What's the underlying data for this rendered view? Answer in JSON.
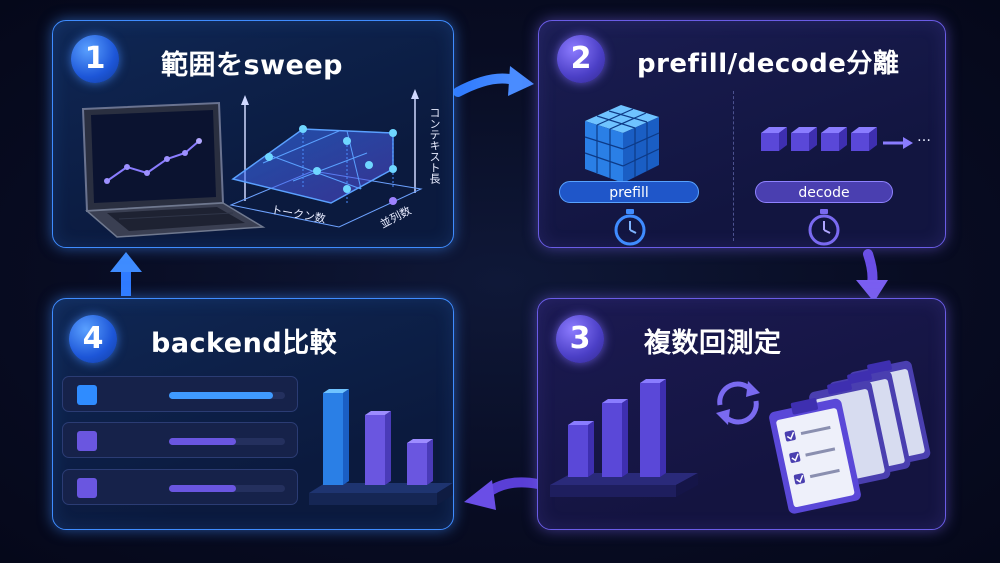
{
  "steps": [
    {
      "number": "1",
      "title": "範囲をsweep"
    },
    {
      "number": "2",
      "title": "prefill/decode分離"
    },
    {
      "number": "3",
      "title": "複数回測定"
    },
    {
      "number": "4",
      "title": "backend比較"
    }
  ],
  "sweep": {
    "axis_context": "コンテキスト長",
    "axis_tokens": "トークン数",
    "axis_parallel": "並列数"
  },
  "phases": {
    "prefill_label": "prefill",
    "decode_label": "decode",
    "decode_trailing": "…"
  },
  "compare": {
    "bar_fractions": [
      0.9,
      0.58,
      0.58
    ]
  },
  "colors": {
    "blue_accent": "#3f8cff",
    "purple_accent": "#6a5ce6"
  }
}
